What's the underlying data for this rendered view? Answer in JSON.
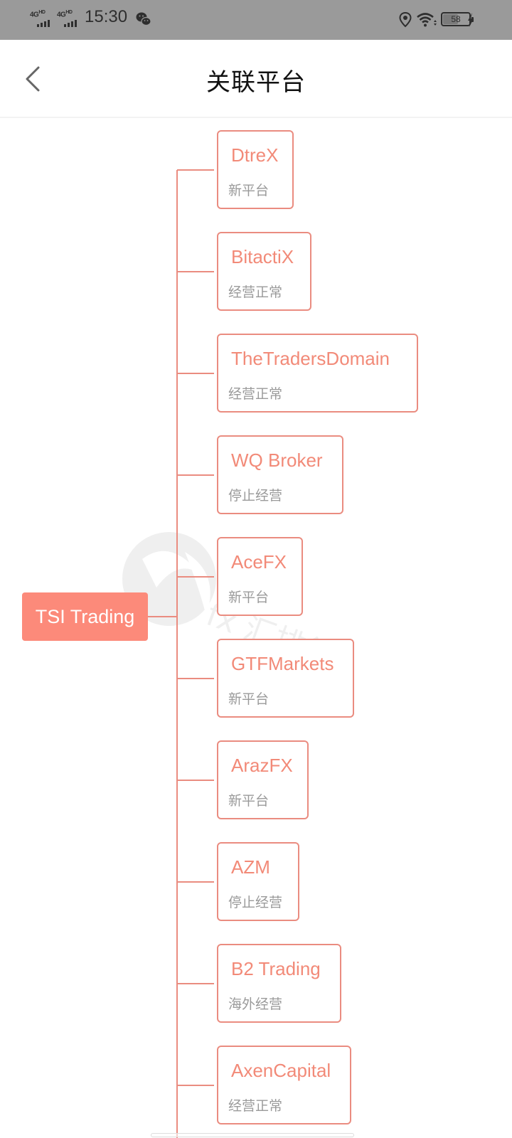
{
  "status_bar": {
    "network_1": "4G",
    "network_1_hd": "HD",
    "network_2": "4G",
    "network_2_hd": "HD",
    "time": "15:30",
    "battery_level": "58",
    "battery_fraction": 0.58,
    "icons": [
      "signal-icon",
      "signal-icon",
      "wechat-icon",
      "location-icon",
      "wifi-icon",
      "battery-icon",
      "charging-icon"
    ]
  },
  "header": {
    "title": "关联平台",
    "back_icon": "chevron-left-icon"
  },
  "tree": {
    "root": {
      "label": "TSI Trading"
    },
    "line_color": "#ea8c80",
    "root_color": "#fc8a7a",
    "children": [
      {
        "name": "DtreX",
        "status": "新平台"
      },
      {
        "name": "BitactiX",
        "status": "经营正常"
      },
      {
        "name": "TheTradersDomain",
        "status": "经营正常"
      },
      {
        "name": "WQ Broker",
        "status": "停止经营"
      },
      {
        "name": "AceFX",
        "status": "新平台"
      },
      {
        "name": "GTFMarkets",
        "status": "新平台"
      },
      {
        "name": "ArazFX",
        "status": "新平台"
      },
      {
        "name": "AZM",
        "status": "停止经营"
      },
      {
        "name": "B2 Trading",
        "status": "海外经营"
      },
      {
        "name": "AxenCapital",
        "status": "经营正常"
      }
    ]
  },
  "watermark": {
    "text": "fx 汇排行"
  }
}
